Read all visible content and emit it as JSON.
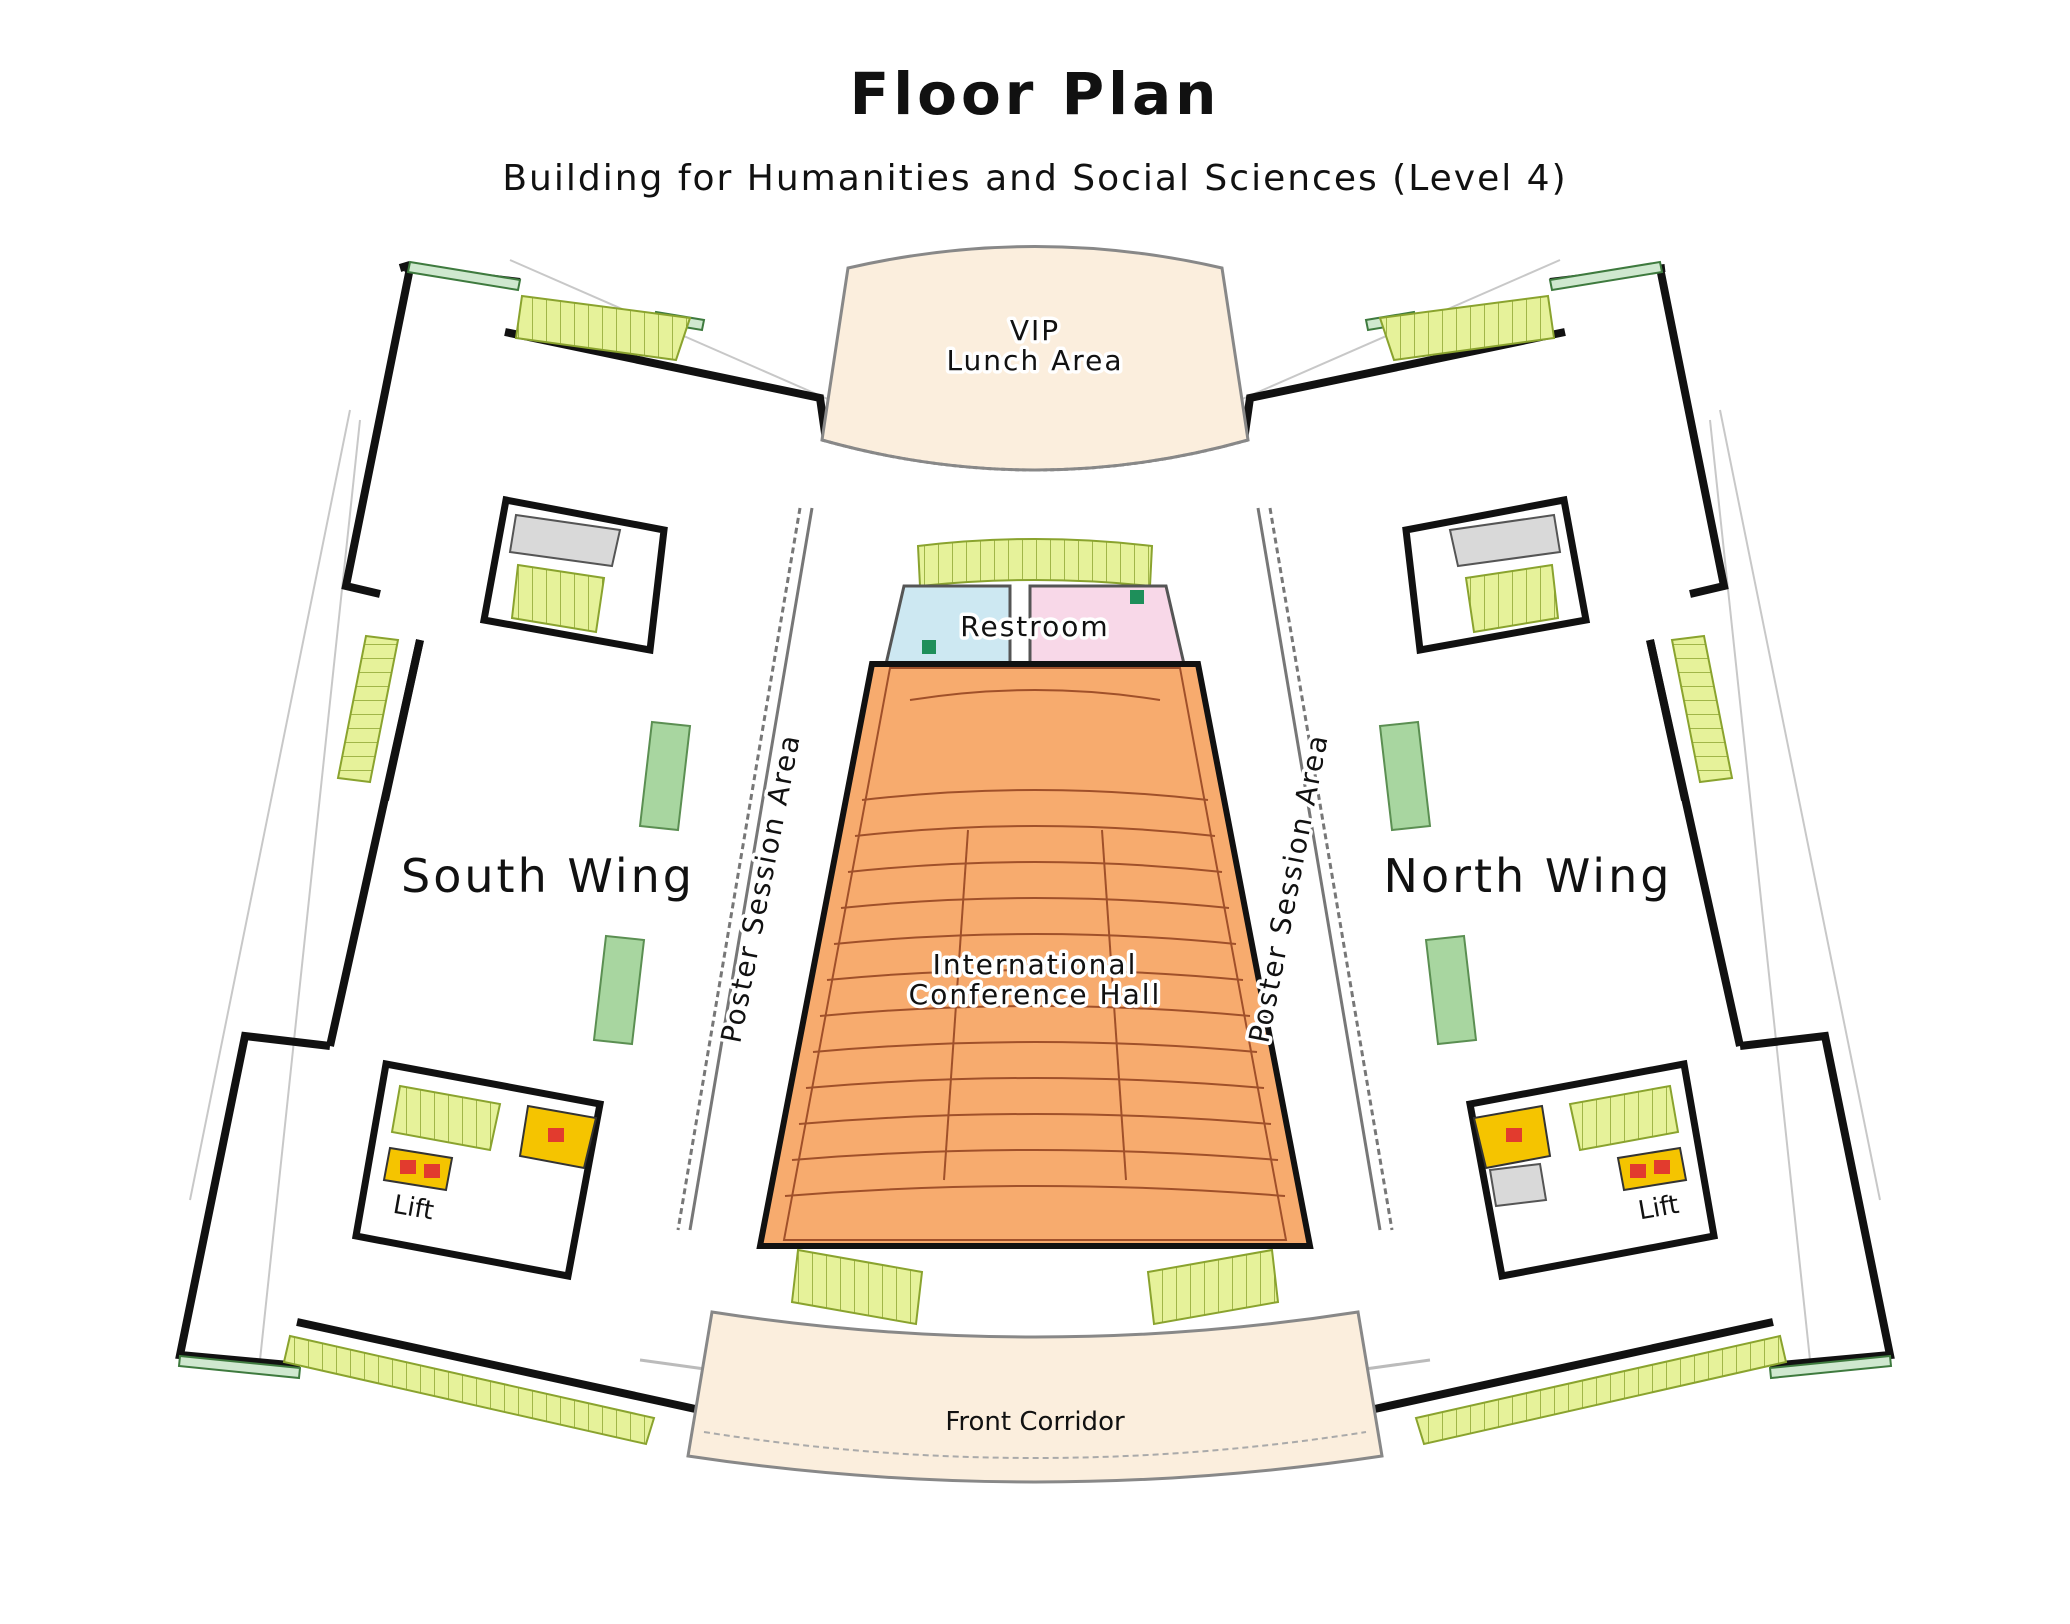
{
  "header": {
    "title": "Floor Plan",
    "subtitle": "Building for Humanities and Social Sciences (Level 4)"
  },
  "rooms": {
    "vip": {
      "line1": "VIP",
      "line2": "Lunch Area",
      "color": "#fbeedd"
    },
    "restroom": {
      "label": "Restroom",
      "men_color": "#cde8f2",
      "women_color": "#f8d8e8"
    },
    "hall": {
      "line1": "International",
      "line2": "Conference Hall",
      "color": "#f7ab6e"
    },
    "south_wing": {
      "label": "South Wing"
    },
    "north_wing": {
      "label": "North Wing"
    },
    "poster_left": {
      "label": "Poster Session Area"
    },
    "poster_right": {
      "label": "Poster Session Area"
    },
    "front_corridor": {
      "label": "Front Corridor",
      "color": "#fbeedd"
    },
    "lift_left": {
      "label": "Lift"
    },
    "lift_right": {
      "label": "Lift"
    }
  },
  "legend_colors": {
    "stairs": "#e6f29a",
    "stairs_stroke": "#8aa32e",
    "planter": "#a8d6a0",
    "elevator": "#f5c400",
    "elevator_icon": "#e23b2e",
    "service": "#d9d9d9",
    "walls": "#111111",
    "glazing": "#9ccc9c"
  },
  "icons": {
    "restroom_sign": "restroom-sign-icon",
    "elevator_sign": "elevator-icon"
  }
}
